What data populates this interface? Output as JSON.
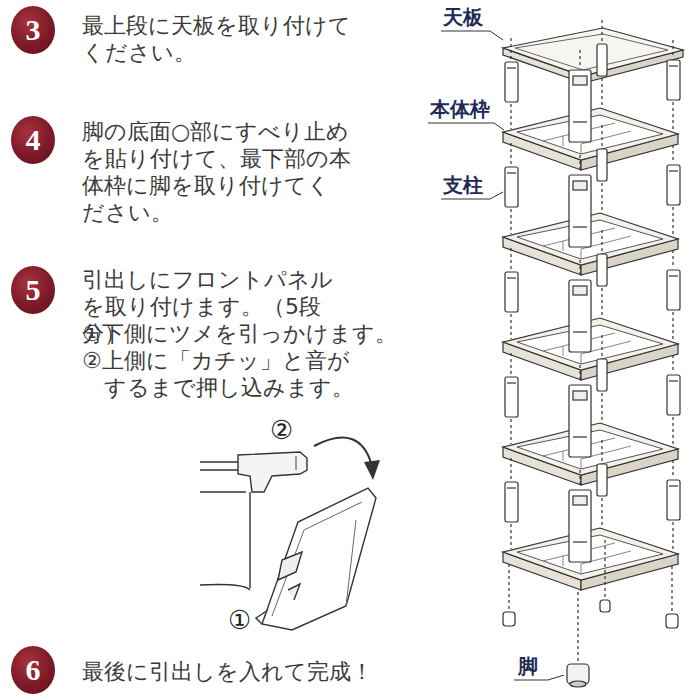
{
  "diagram": {
    "nodes": [
      {
        "text": [
          "3"
        ]
      },
      {
        "text": [
          "4"
        ]
      },
      {
        "text": [
          "5"
        ]
      },
      {
        "text": [
          "6"
        ]
      }
    ],
    "labels": [
      "最上段に天板を取り付けてください。",
      "脚の底面○部にすべり止めを貼り付けて、最下部の本体枠に脚を取り付けてください。",
      "引出しにフロントパネルを取り付けます。（5段分）",
      "①下側にツメを引っかけます。",
      "②上側に「カチッ」と音がするまで押し込みます。",
      "最後に引出しを入れて完成！",
      "②",
      "①",
      "天板",
      "本体枠",
      "支柱",
      "脚"
    ]
  }
}
